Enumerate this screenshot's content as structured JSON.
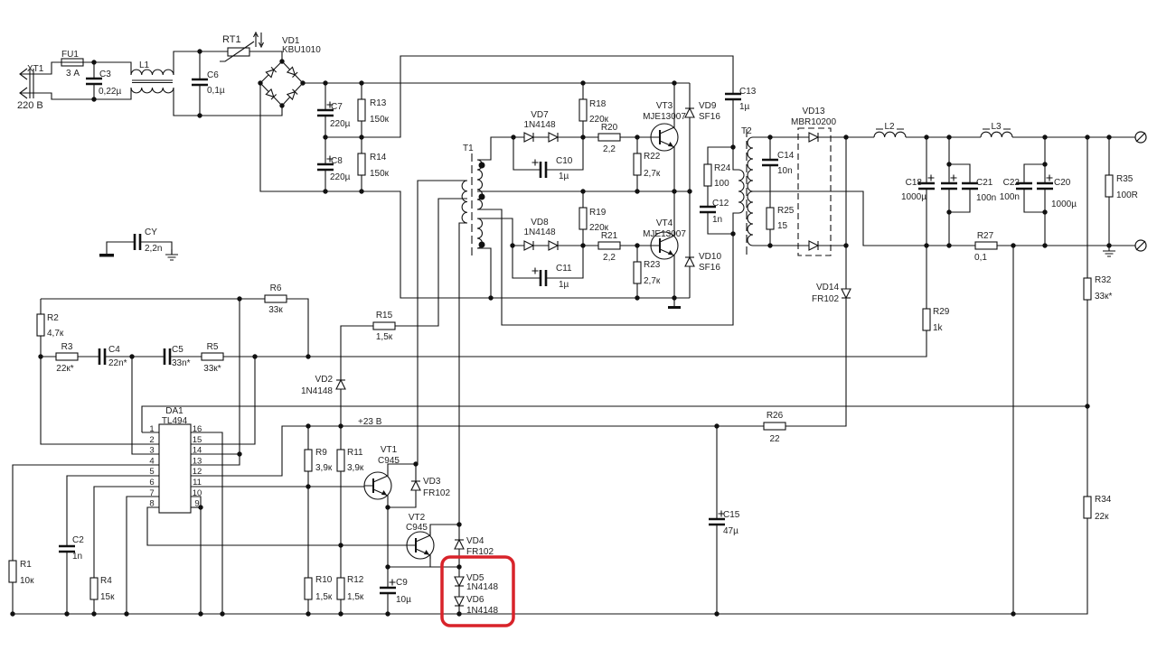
{
  "highlight_color": "#d8232a",
  "net_labels": {
    "v23": "+23 В"
  },
  "ic_pins": {
    "left": [
      "1",
      "2",
      "3",
      "4",
      "5",
      "6",
      "7",
      "8"
    ],
    "right": [
      "16",
      "15",
      "14",
      "13",
      "12",
      "11",
      "10",
      "9"
    ]
  },
  "components": {
    "XT1": {
      "ref": "XT1",
      "value": "220 В"
    },
    "FU1": {
      "ref": "FU1",
      "value": "3 А"
    },
    "C3": {
      "ref": "C3",
      "value": "0,22µ"
    },
    "L1": {
      "ref": "L1"
    },
    "C6": {
      "ref": "C6",
      "value": "0,1µ"
    },
    "RT1": {
      "ref": "RT1"
    },
    "VD1": {
      "ref": "VD1",
      "value": "KBU1010"
    },
    "C7": {
      "ref": "C7",
      "value": "220µ"
    },
    "C8": {
      "ref": "C8",
      "value": "220µ"
    },
    "R13": {
      "ref": "R13",
      "value": "150к"
    },
    "R14": {
      "ref": "R14",
      "value": "150к"
    },
    "T1": {
      "ref": "T1"
    },
    "VD7": {
      "ref": "VD7",
      "value": "1N4148"
    },
    "VD8": {
      "ref": "VD8",
      "value": "1N4148"
    },
    "R18": {
      "ref": "R18",
      "value": "220к"
    },
    "R19": {
      "ref": "R19",
      "value": "220к"
    },
    "R20": {
      "ref": "R20",
      "value": "2,2"
    },
    "R21": {
      "ref": "R21",
      "value": "2,2"
    },
    "R22": {
      "ref": "R22",
      "value": "2,7к"
    },
    "R23": {
      "ref": "R23",
      "value": "2,7к"
    },
    "C10": {
      "ref": "C10",
      "value": "1µ"
    },
    "C11": {
      "ref": "C11",
      "value": "1µ"
    },
    "VT3": {
      "ref": "VT3",
      "value": "MJE13007"
    },
    "VT4": {
      "ref": "VT4",
      "value": "MJE13007"
    },
    "VD9": {
      "ref": "VD9",
      "value": "SF16"
    },
    "VD10": {
      "ref": "VD10",
      "value": "SF16"
    },
    "C13": {
      "ref": "C13",
      "value": "1µ"
    },
    "R24": {
      "ref": "R24",
      "value": "100"
    },
    "C12": {
      "ref": "C12",
      "value": "1n"
    },
    "T2": {
      "ref": "T2"
    },
    "C14": {
      "ref": "C14",
      "value": "10n"
    },
    "R25": {
      "ref": "R25",
      "value": "15"
    },
    "VD13": {
      "ref": "VD13",
      "value": "MBR10200"
    },
    "L2": {
      "ref": "L2"
    },
    "L3": {
      "ref": "L3"
    },
    "C18": {
      "ref": "C18",
      "value": "1000µ"
    },
    "C21": {
      "ref": "C21",
      "value": "100n"
    },
    "C22": {
      "ref": "C22",
      "value": "100n"
    },
    "C20": {
      "ref": "C20",
      "value": "1000µ"
    },
    "R35": {
      "ref": "R35",
      "value": "100R"
    },
    "R27": {
      "ref": "R27",
      "value": "0,1"
    },
    "VD14": {
      "ref": "VD14",
      "value": "FR102"
    },
    "R29": {
      "ref": "R29",
      "value": "1k"
    },
    "R32": {
      "ref": "R32",
      "value": "33к*"
    },
    "R34": {
      "ref": "R34",
      "value": "22к"
    },
    "R26": {
      "ref": "R26",
      "value": "22"
    },
    "C15": {
      "ref": "C15",
      "value": "47µ"
    },
    "CY": {
      "ref": "CY",
      "value": "2,2n"
    },
    "R6": {
      "ref": "R6",
      "value": "33к"
    },
    "R2": {
      "ref": "R2",
      "value": "4,7к"
    },
    "R3": {
      "ref": "R3",
      "value": "22к*"
    },
    "C4": {
      "ref": "C4",
      "value": "22n*"
    },
    "C5": {
      "ref": "C5",
      "value": "33n*"
    },
    "R5": {
      "ref": "R5",
      "value": "33к*"
    },
    "R15": {
      "ref": "R15",
      "value": "1,5к"
    },
    "VD2": {
      "ref": "VD2",
      "value": "1N4148"
    },
    "DA1": {
      "ref": "DA1",
      "value": "TL494"
    },
    "R9": {
      "ref": "R9",
      "value": "3,9к"
    },
    "R11": {
      "ref": "R11",
      "value": "3,9к"
    },
    "VT1": {
      "ref": "VT1",
      "value": "C945"
    },
    "VD3": {
      "ref": "VD3",
      "value": "FR102"
    },
    "VT2": {
      "ref": "VT2",
      "value": "C945"
    },
    "VD4": {
      "ref": "VD4",
      "value": "FR102"
    },
    "VD5": {
      "ref": "VD5",
      "value": "1N4148"
    },
    "VD6": {
      "ref": "VD6",
      "value": "1N4148"
    },
    "C9": {
      "ref": "C9",
      "value": "10µ"
    },
    "R10": {
      "ref": "R10",
      "value": "1,5к"
    },
    "R12": {
      "ref": "R12",
      "value": "1,5к"
    },
    "C2": {
      "ref": "C2",
      "value": "1n"
    },
    "R1": {
      "ref": "R1",
      "value": "10к"
    },
    "R4": {
      "ref": "R4",
      "value": "15к"
    }
  }
}
